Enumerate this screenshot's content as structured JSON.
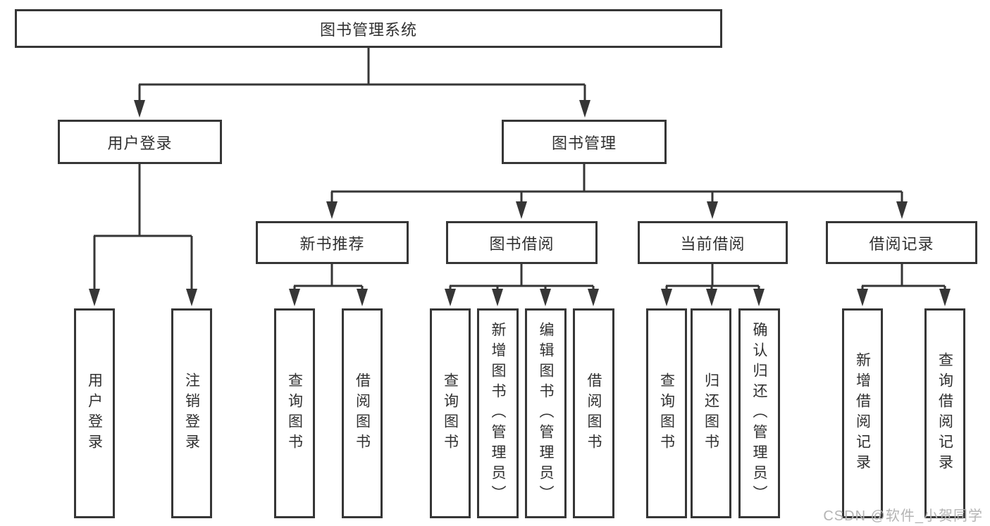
{
  "root": {
    "label": "图书管理系统"
  },
  "level2": [
    {
      "label": "用户登录"
    },
    {
      "label": "图书管理"
    }
  ],
  "level3": [
    {
      "label": "新书推荐",
      "parent": "图书管理"
    },
    {
      "label": "图书借阅",
      "parent": "图书管理"
    },
    {
      "label": "当前借阅",
      "parent": "图书管理"
    },
    {
      "label": "借阅记录",
      "parent": "图书管理"
    }
  ],
  "leaves": [
    {
      "label": "用户登录",
      "parent": "用户登录"
    },
    {
      "label": "注销登录",
      "parent": "用户登录"
    },
    {
      "label": "查询图书",
      "parent": "新书推荐"
    },
    {
      "label": "借阅图书",
      "parent": "新书推荐"
    },
    {
      "label": "查询图书",
      "parent": "图书借阅"
    },
    {
      "label": "新增图书（管理员）",
      "parent": "图书借阅"
    },
    {
      "label": "编辑图书（管理员）",
      "parent": "图书借阅"
    },
    {
      "label": "借阅图书",
      "parent": "图书借阅"
    },
    {
      "label": "查询图书",
      "parent": "当前借阅"
    },
    {
      "label": "归还图书",
      "parent": "当前借阅"
    },
    {
      "label": "确认归还（管理员）",
      "parent": "当前借阅"
    },
    {
      "label": "新增借阅记录",
      "parent": "借阅记录"
    },
    {
      "label": "查询借阅记录",
      "parent": "借阅记录"
    }
  ],
  "watermark": "CSDN @软件_小贺同学",
  "colors": {
    "line": "#363636",
    "text": "#303030",
    "background": "#ffffff",
    "watermark": "#b4b4b4"
  }
}
